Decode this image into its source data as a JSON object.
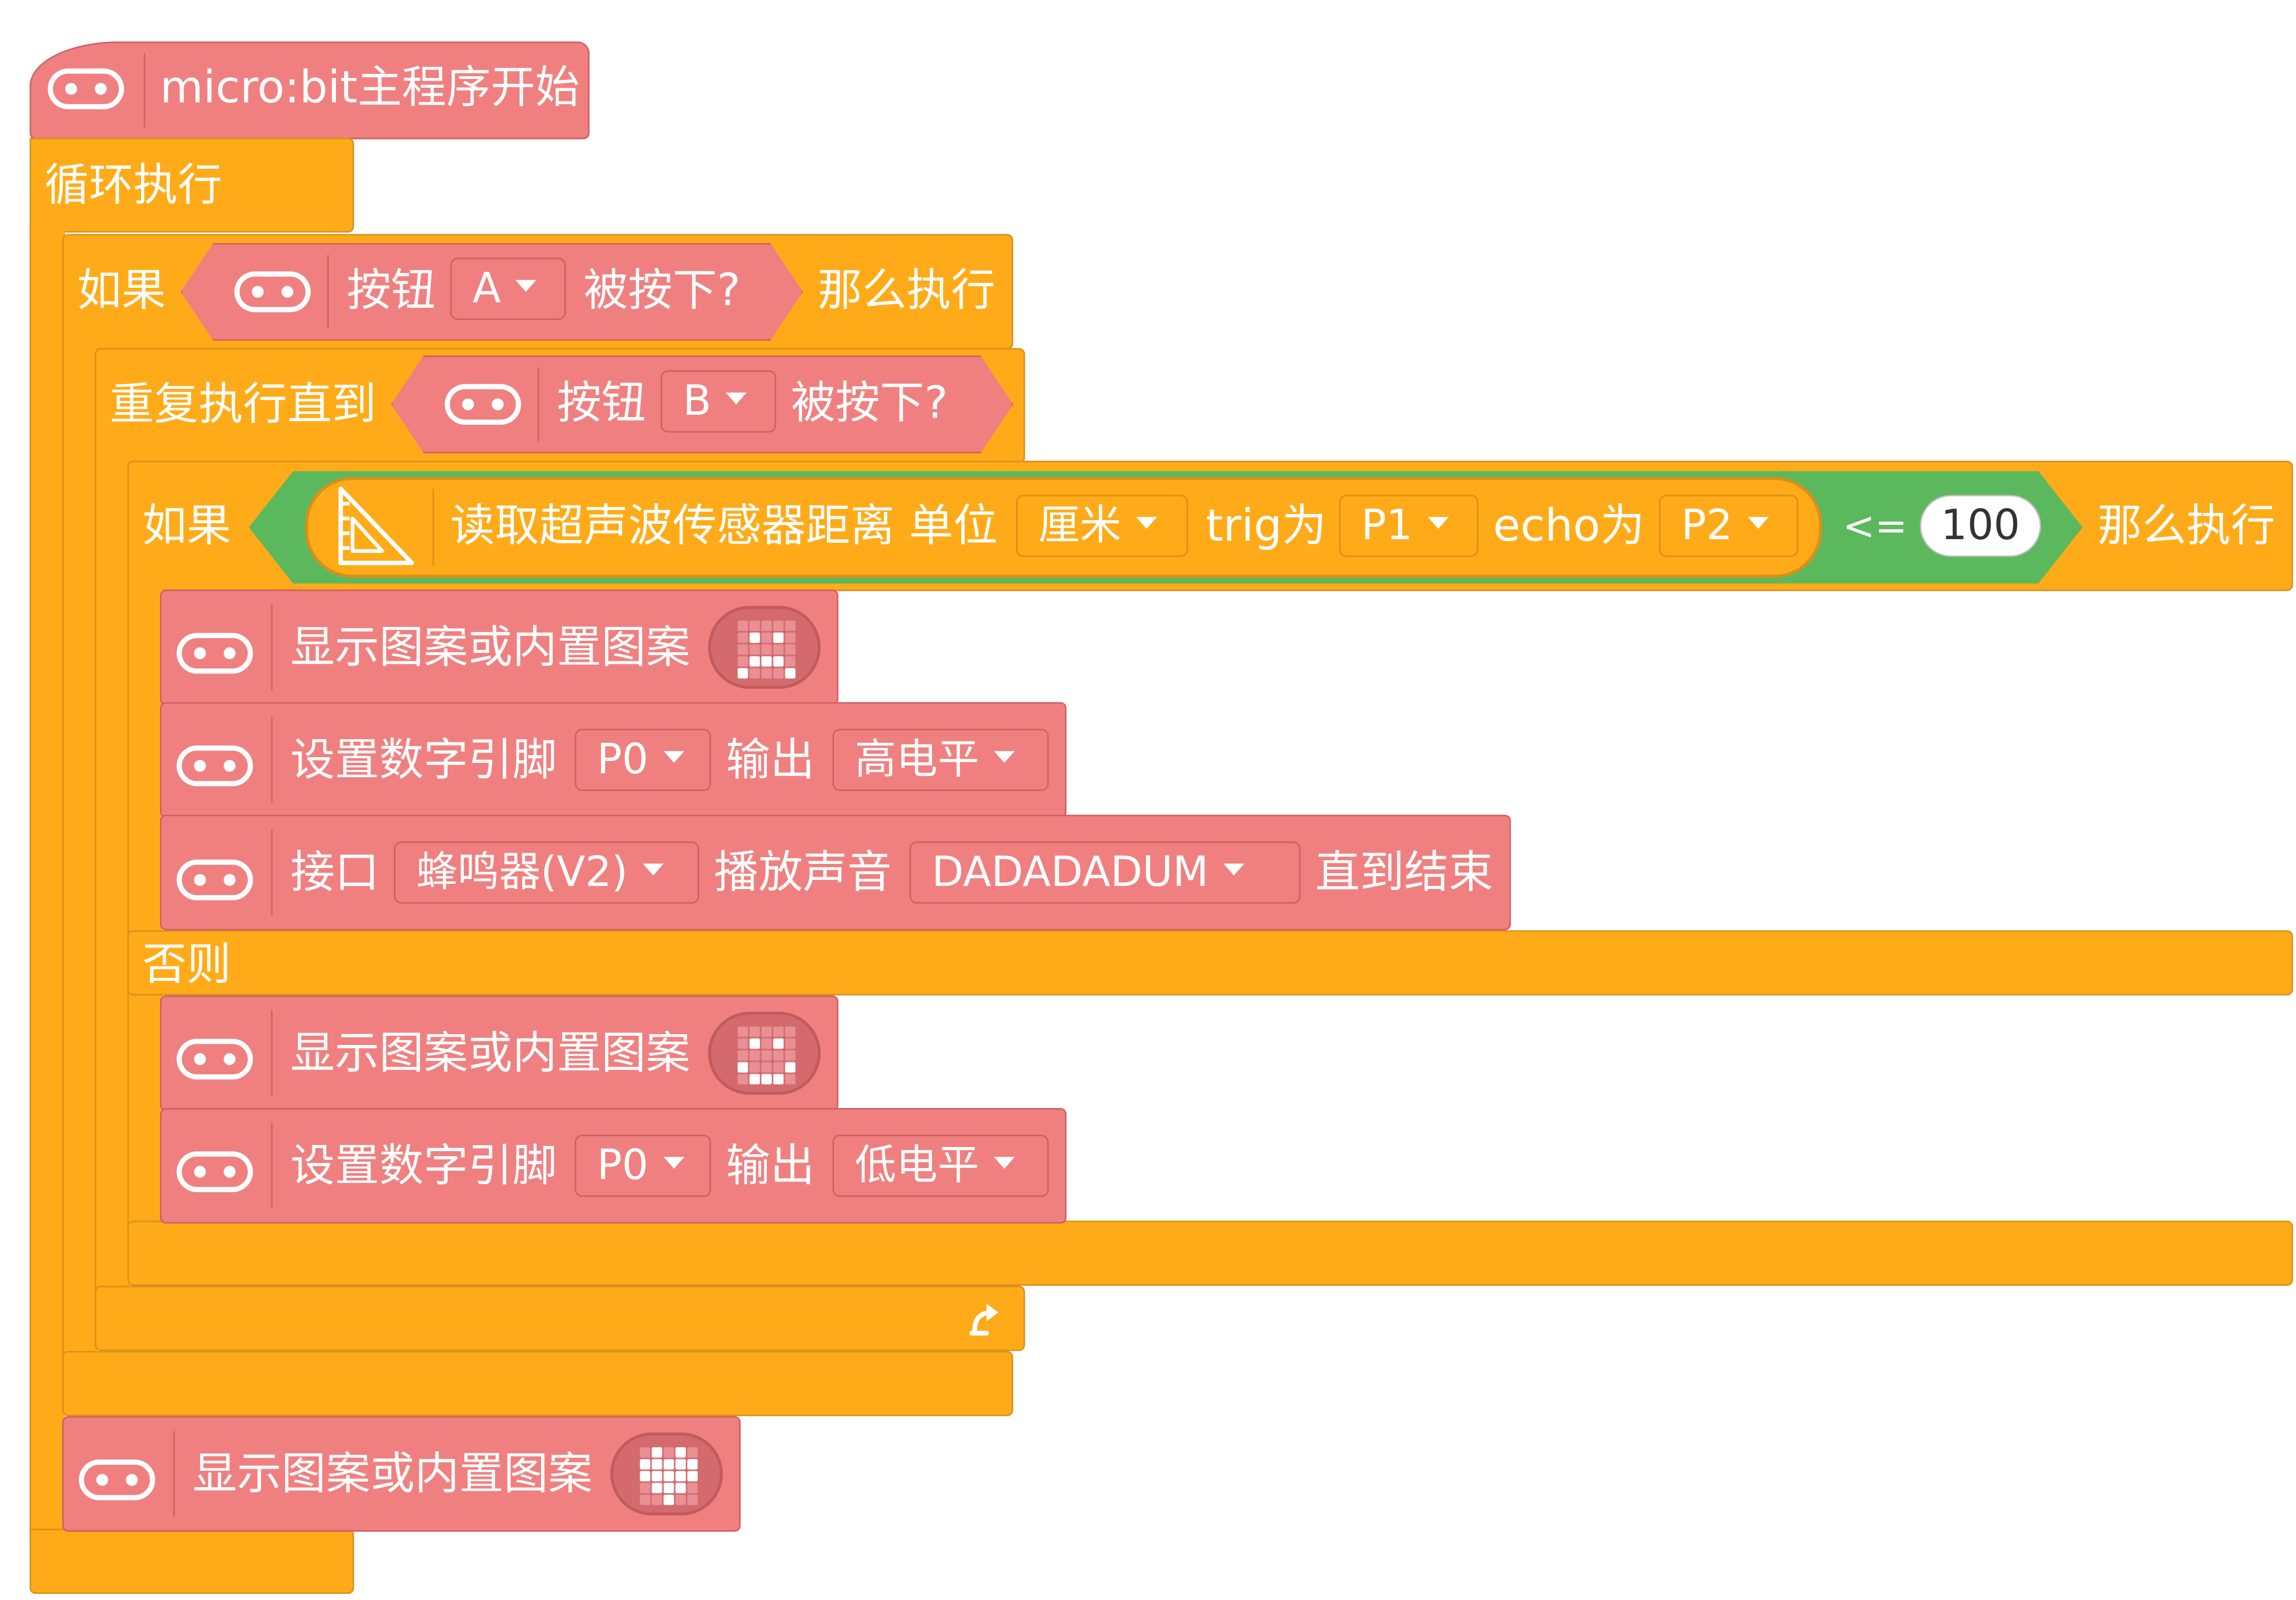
{
  "hat": {
    "title": "micro:bit主程序开始",
    "icon": "microbit-icon"
  },
  "forever": {
    "label": "循环执行"
  },
  "if_a": {
    "if_label": "如果",
    "button_label": "按钮",
    "button_value": "A",
    "pressed_label": "被按下?",
    "then_label": "那么执行"
  },
  "repeat_until": {
    "label": "重复执行直到",
    "button_label": "按钮",
    "button_value": "B",
    "pressed_label": "被按下?"
  },
  "if_sonar": {
    "if_label": "如果",
    "sonar_label": "读取超声波传感器距离 单位",
    "unit_value": "厘米",
    "trig_label": "trig为",
    "trig_value": "P1",
    "echo_label": "echo为",
    "echo_value": "P2",
    "operator": "<=",
    "threshold": "100",
    "then_label": "那么执行",
    "else_label": "否则"
  },
  "then_blocks": {
    "show_label": "显示图案或内置图案",
    "show_pattern": [
      [
        0,
        0,
        0,
        0,
        0
      ],
      [
        0,
        1,
        0,
        1,
        0
      ],
      [
        0,
        0,
        0,
        0,
        0
      ],
      [
        0,
        1,
        1,
        1,
        0
      ],
      [
        1,
        0,
        0,
        0,
        1
      ]
    ],
    "pin_label": "设置数字引脚",
    "pin_value": "P0",
    "output_label": "输出",
    "level_value": "高电平",
    "port_label": "接口",
    "port_value": "蜂鸣器(V2)",
    "play_label": "播放声音",
    "melody_value": "DADADADUM",
    "until_end_label": "直到结束"
  },
  "else_blocks": {
    "show_label": "显示图案或内置图案",
    "show_pattern": [
      [
        0,
        0,
        0,
        0,
        0
      ],
      [
        0,
        1,
        0,
        1,
        0
      ],
      [
        0,
        0,
        0,
        0,
        0
      ],
      [
        1,
        0,
        0,
        0,
        1
      ],
      [
        0,
        1,
        1,
        1,
        0
      ]
    ],
    "pin_label": "设置数字引脚",
    "pin_value": "P0",
    "output_label": "输出",
    "level_value": "低电平"
  },
  "final_show": {
    "show_label": "显示图案或内置图案",
    "show_pattern": [
      [
        0,
        1,
        0,
        1,
        0
      ],
      [
        1,
        1,
        1,
        1,
        1
      ],
      [
        1,
        1,
        1,
        1,
        1
      ],
      [
        0,
        1,
        1,
        1,
        0
      ],
      [
        0,
        0,
        1,
        0,
        0
      ]
    ]
  },
  "colors": {
    "control": "#ffab19",
    "microbit": "#f08080",
    "sensor": "#5cb85c"
  },
  "icons": [
    "microbit-icon",
    "sonar-icon",
    "repeat-arrow-icon",
    "dropdown-caret-icon"
  ]
}
